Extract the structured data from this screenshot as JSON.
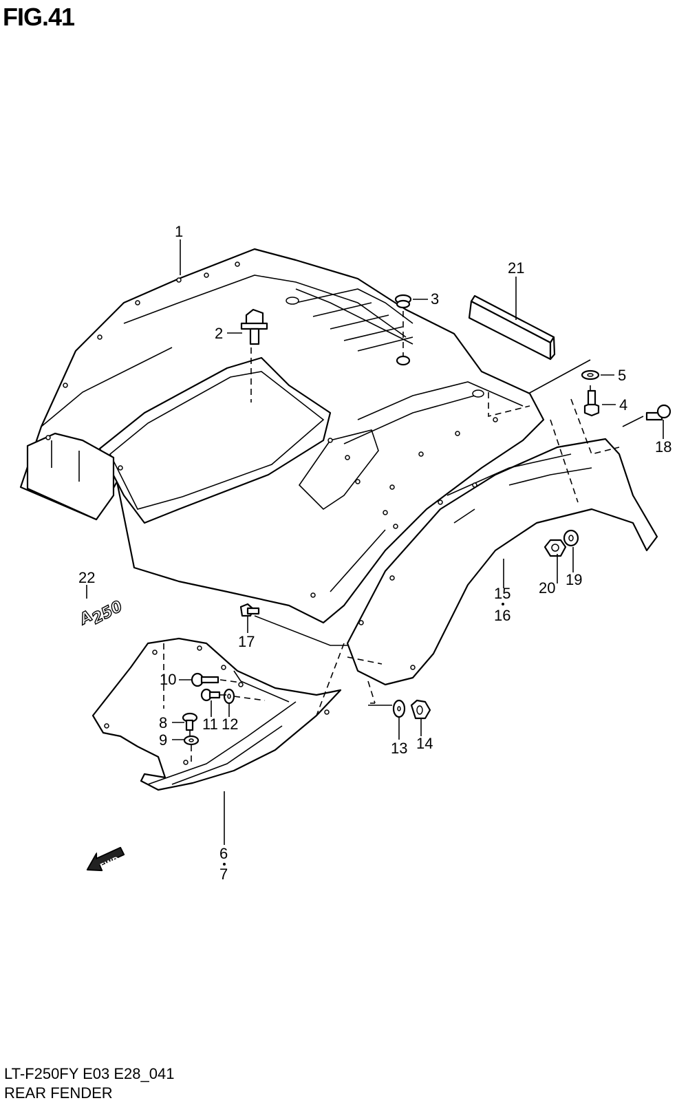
{
  "figure": {
    "title": "FIG.41"
  },
  "footer": {
    "model_code": "LT-F250FY E03 E28_041",
    "section_name": "REAR FENDER"
  },
  "emblem": {
    "text": "250"
  },
  "fwd_arrow": {
    "text": "FWD"
  },
  "callouts": [
    {
      "id": "1",
      "label": "1"
    },
    {
      "id": "2",
      "label": "2"
    },
    {
      "id": "3",
      "label": "3"
    },
    {
      "id": "4",
      "label": "4"
    },
    {
      "id": "5",
      "label": "5"
    },
    {
      "id": "6",
      "label": "6"
    },
    {
      "id": "7",
      "label": "7"
    },
    {
      "id": "8",
      "label": "8"
    },
    {
      "id": "9",
      "label": "9"
    },
    {
      "id": "10",
      "label": "10"
    },
    {
      "id": "11",
      "label": "11"
    },
    {
      "id": "12",
      "label": "12"
    },
    {
      "id": "13",
      "label": "13"
    },
    {
      "id": "14",
      "label": "14"
    },
    {
      "id": "15",
      "label": "15"
    },
    {
      "id": "16",
      "label": "16"
    },
    {
      "id": "17",
      "label": "17"
    },
    {
      "id": "18",
      "label": "18"
    },
    {
      "id": "19",
      "label": "19"
    },
    {
      "id": "20",
      "label": "20"
    },
    {
      "id": "21",
      "label": "21"
    },
    {
      "id": "22",
      "label": "22"
    }
  ]
}
